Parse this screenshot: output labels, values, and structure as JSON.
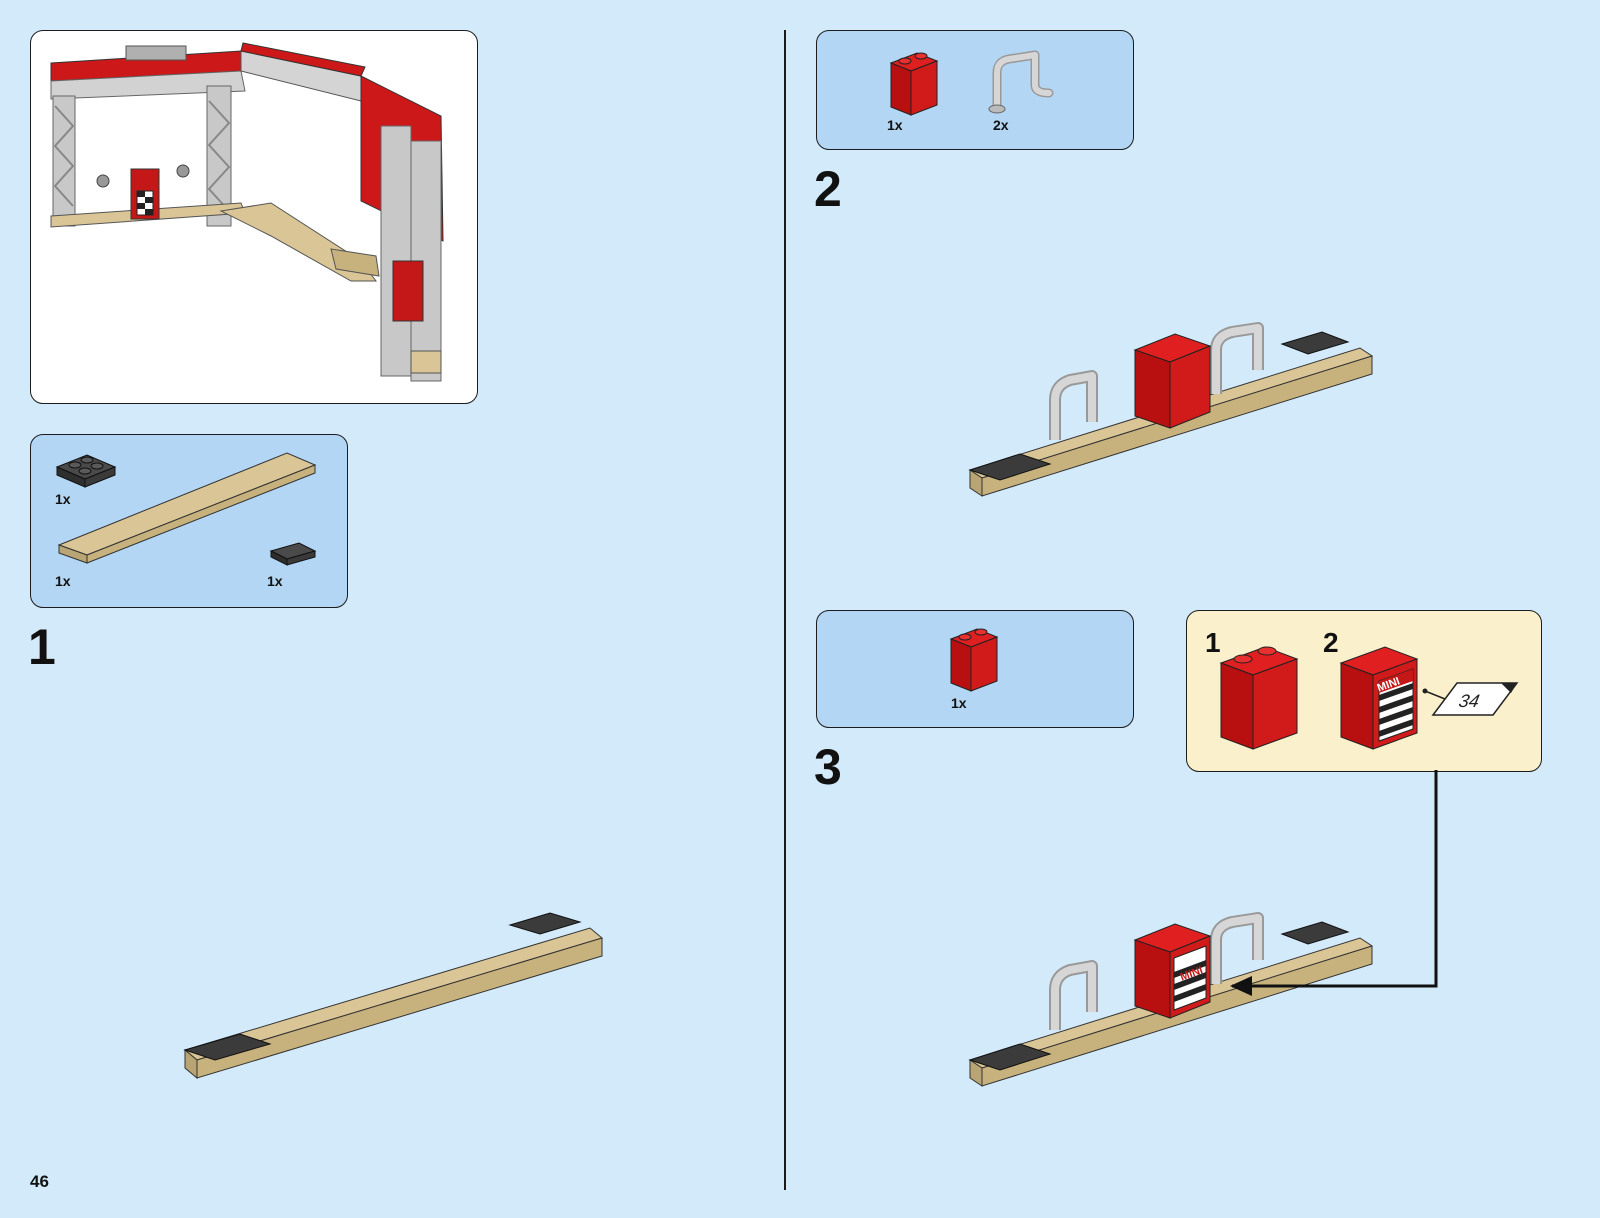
{
  "page": {
    "number": "46"
  },
  "colors": {
    "background": "#d3eafa",
    "parts_box": "#b2d6f3",
    "callout_box": "#fbf0cc",
    "brick_red": "#d11a1a",
    "plate_tan": "#d9c596",
    "plate_dark": "#3b3b3b",
    "bar_gray": "#c9c9c9"
  },
  "steps": [
    {
      "number": "1",
      "parts": [
        {
          "name": "dark-gray-plate-2x2",
          "qty": "1x"
        },
        {
          "name": "tan-plate-2x16",
          "qty": "1x"
        },
        {
          "name": "dark-gray-plate-1x2",
          "qty": "1x"
        }
      ]
    },
    {
      "number": "2",
      "parts": [
        {
          "name": "red-brick-1x2x2",
          "qty": "1x"
        },
        {
          "name": "gray-bar-holder",
          "qty": "2x"
        }
      ]
    },
    {
      "number": "3",
      "parts": [
        {
          "name": "red-brick-1x2x2",
          "qty": "1x"
        }
      ],
      "callout": {
        "sub_steps": [
          "1",
          "2"
        ],
        "sticker_number": "34",
        "sticker_text": "MINI"
      }
    }
  ]
}
